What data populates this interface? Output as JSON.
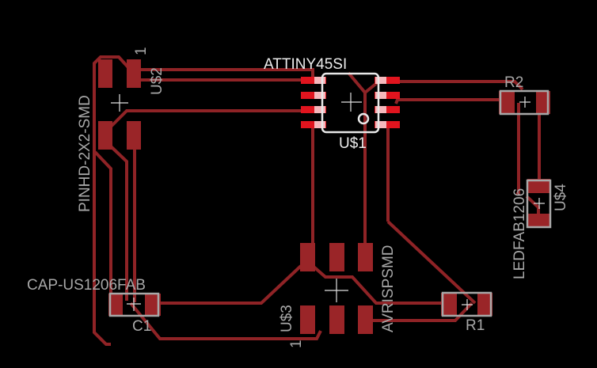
{
  "board": {
    "background": "#000000",
    "trace_color": "#8f2326",
    "pad_color": "#9a2528",
    "ic_pad_color": "#e0141e",
    "silkscreen_color": "#a8a8a8"
  },
  "components": {
    "u1": {
      "name": "U$1",
      "value": "ATTINY45SI"
    },
    "u2": {
      "name": "U$2",
      "value": "PINHD-2X2-SMD",
      "pin1": "1"
    },
    "u3": {
      "name": "U$3",
      "value": "AVRISPSMD",
      "pin1": "1"
    },
    "u4": {
      "name": "U$4",
      "value": "LEDFAB1206"
    },
    "r1": {
      "name": "R1"
    },
    "r2": {
      "name": "R2"
    },
    "c1": {
      "name": "C1",
      "value": "CAP-US1206FAB"
    }
  }
}
